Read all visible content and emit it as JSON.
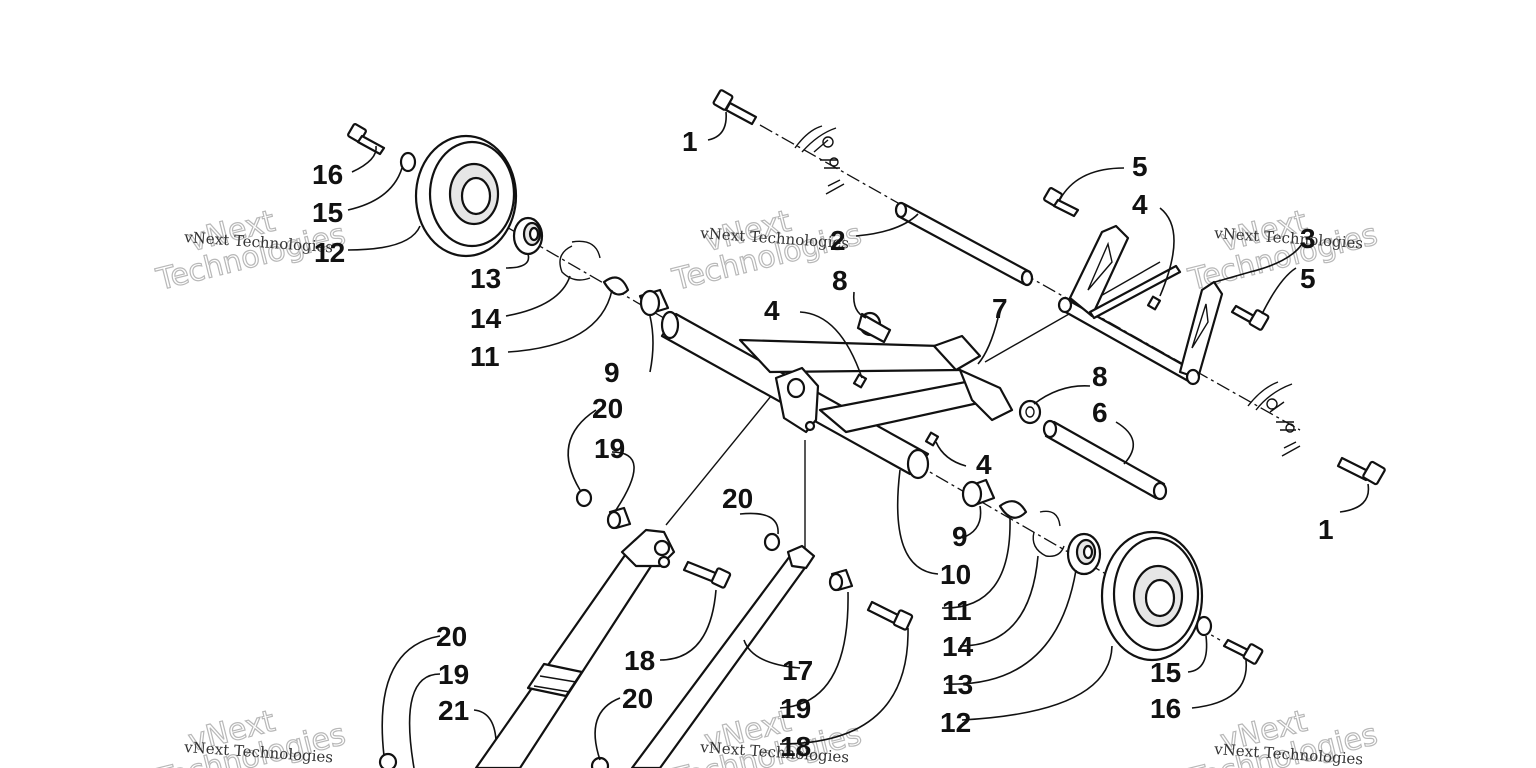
{
  "watermark": {
    "small": "vNext Technologies",
    "big_line1": "vNext",
    "big_line2": "Technologies"
  },
  "callouts": {
    "n1": "1",
    "n2": "2",
    "n3": "3",
    "n4": "4",
    "n5": "5",
    "n6": "6",
    "n7": "7",
    "n8": "8",
    "n9": "9",
    "n10": "10",
    "n11": "11",
    "n12": "12",
    "n13": "13",
    "n14": "14",
    "n15": "15",
    "n16": "16",
    "n17": "17",
    "n18": "18",
    "n19": "19",
    "n20": "20",
    "n21": "21"
  }
}
